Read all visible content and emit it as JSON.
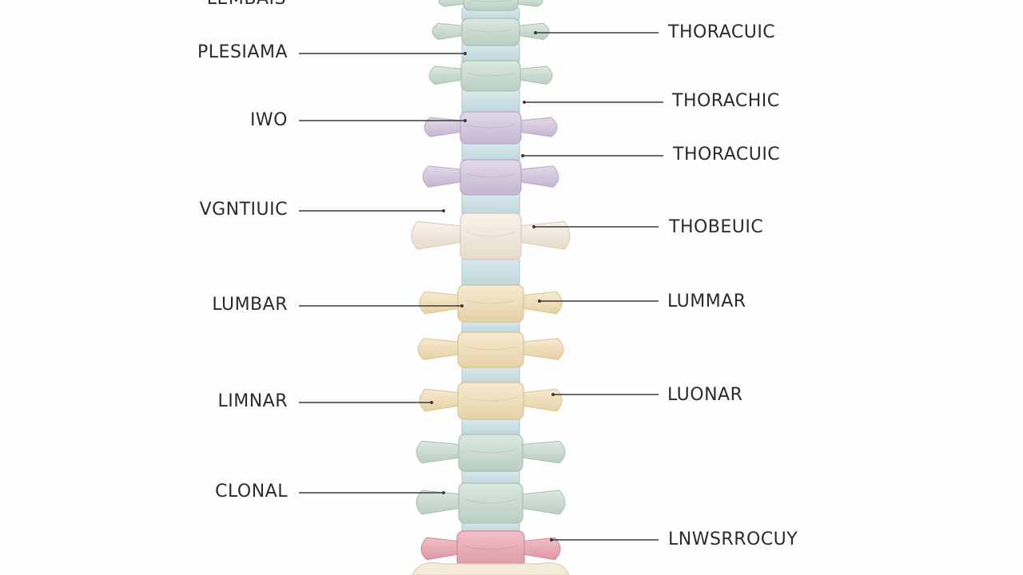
{
  "diagram": {
    "colors": {
      "background": "#fefefe",
      "leader_line": "#3a3a3a",
      "label_text": "#2b2b2b",
      "green": "#cfe0d6",
      "green_dark": "#b6cdbf",
      "lavender": "#d9cfe0",
      "lavender_dark": "#c3b6d0",
      "ivory": "#f3ece0",
      "ivory_dark": "#e3d8c4",
      "yellow": "#f2e3c0",
      "yellow_dark": "#e3cf9f",
      "pink": "#eeb3bd",
      "pink_dark": "#dc97a3",
      "disc": "#cfe2e6",
      "disc_dark": "#b7d1d7"
    },
    "top_cutoff_label": "LEMBAIS",
    "left_labels": [
      {
        "text": "PLESIAMA"
      },
      {
        "text": "IWO"
      },
      {
        "text": "VGNTIUIC"
      },
      {
        "text": "LUMBAR"
      },
      {
        "text": "LIMNAR"
      },
      {
        "text": "CLONAL"
      }
    ],
    "right_labels": [
      {
        "text": "THORACUIC"
      },
      {
        "text": "THORACHIC"
      },
      {
        "text": "THORACUIC"
      },
      {
        "text": "THOBEUIC"
      },
      {
        "text": "LUMMAR"
      },
      {
        "text": "LUONAR"
      },
      {
        "text": "LNWSRROCUY"
      }
    ]
  }
}
